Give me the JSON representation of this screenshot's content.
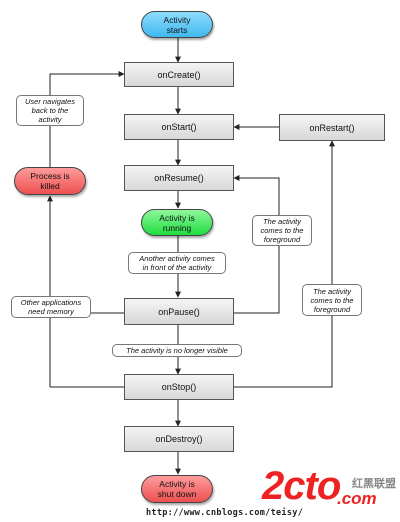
{
  "colors": {
    "start": "#4fc3f7",
    "running": "#33ee55",
    "killed": "#f26a6a",
    "shutdown": "#f26a6a",
    "callback_box": "#e2e2e2",
    "edge": "#222222",
    "watermark_red": "#ee2222",
    "watermark_gray": "#888888"
  },
  "start_pill": "Activity\nstarts",
  "running_pill": "Activity is\nrunning",
  "killed_pill": "Process is\nkilled",
  "shutdown_pill": "Activity is\nshut down",
  "callbacks": {
    "on_create": "onCreate()",
    "on_start": "onStart()",
    "on_restart": "onRestart()",
    "on_resume": "onResume()",
    "on_pause": "onPause()",
    "on_stop": "onStop()",
    "on_destroy": "onDestroy()"
  },
  "notes": {
    "user_navigates_back": "User navigates\nback to the\nactivity",
    "comes_to_foreground_1": "The activity\ncomes to the\nforeground",
    "another_activity": "Another activity comes\nin front of the activity",
    "other_apps_need_memory": "Other applications\nneed memory",
    "comes_to_foreground_2": "The activity\ncomes to the\nforeground",
    "no_longer_visible": "The activity is no longer visible"
  },
  "watermark": {
    "brand": "2cto",
    "brand_suffix": ".com",
    "chinese": "红黑联盟",
    "url": "http://www.cnblogs.com/teisy/"
  }
}
